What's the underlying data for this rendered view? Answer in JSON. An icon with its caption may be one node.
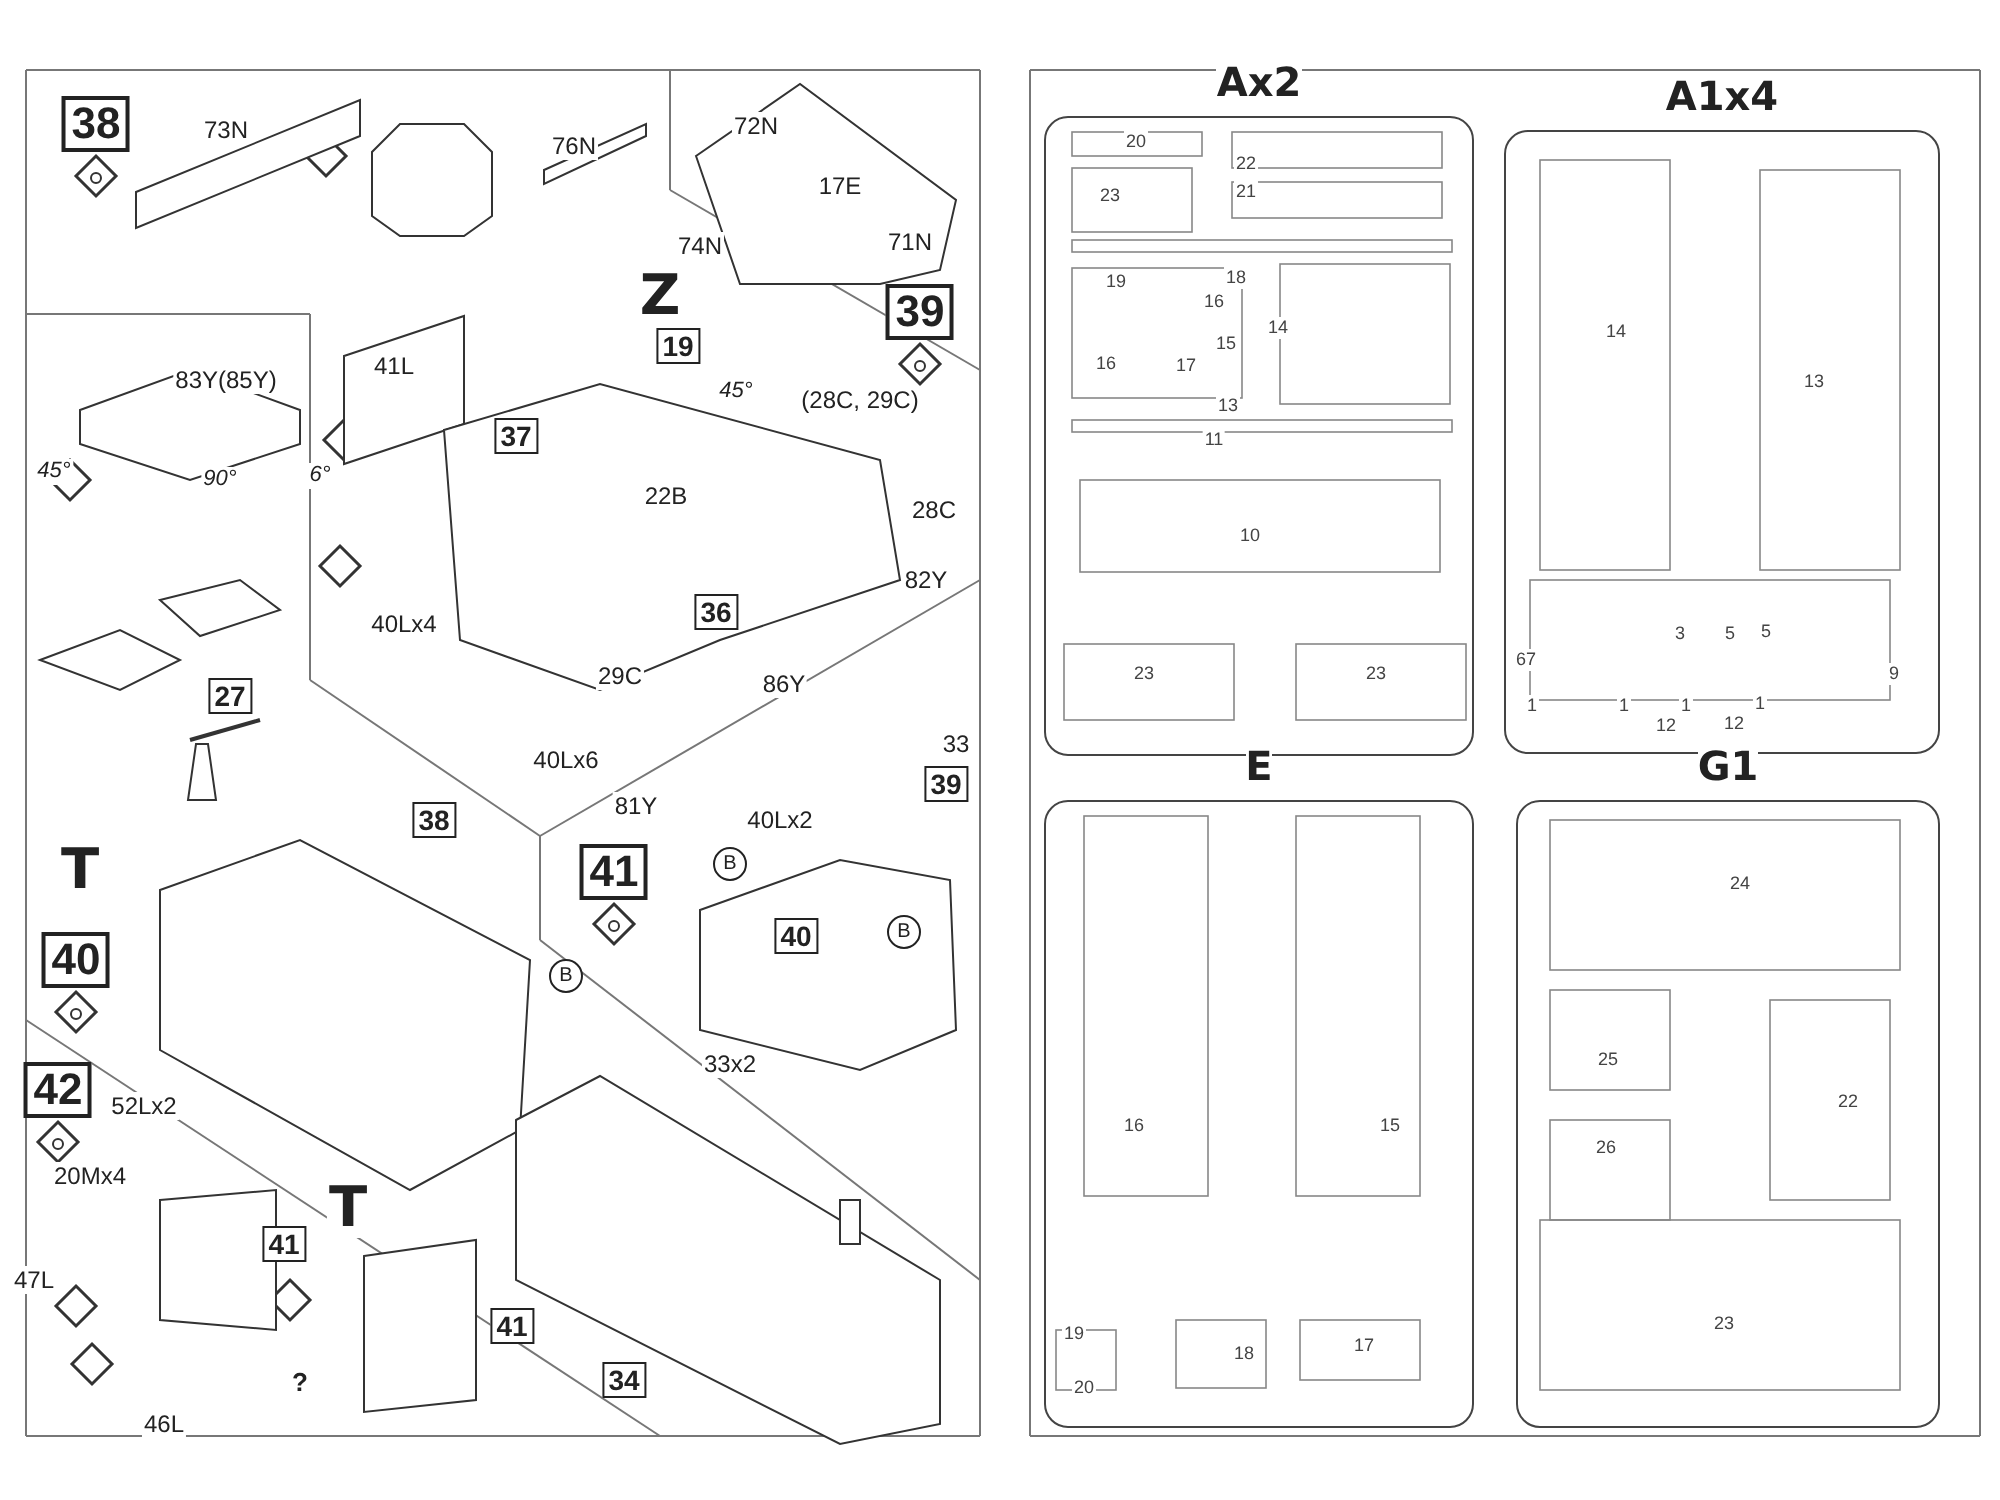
{
  "diagram": {
    "nodes": [
      {
        "text": [
          "Ax2"
        ]
      },
      {
        "text": [
          "A1x4"
        ]
      },
      {
        "text": [
          "E"
        ]
      },
      {
        "text": [
          "G1"
        ]
      }
    ],
    "labels": [
      "38",
      "73N",
      "76N",
      "72N",
      "17E",
      "74N",
      "71N",
      "Z",
      "19",
      "45°",
      "(28C, 29C)",
      "39",
      "41L",
      "83Y(85Y)",
      "45°",
      "90°",
      "6°",
      "37",
      "22B",
      "28C",
      "36",
      "82Y",
      "40Lx4",
      "29C",
      "86Y",
      "27",
      "33",
      "40Lx6",
      "81Y",
      "40Lx2",
      "39",
      "T",
      "38",
      "41",
      "B",
      "40",
      "40",
      "B",
      "B",
      "33x2",
      "42",
      "52Lx2",
      "20Mx4",
      "41",
      "T",
      "47L",
      "?",
      "41",
      "34",
      "46L",
      "20",
      "22",
      "23",
      "21",
      "19",
      "18",
      "16",
      "14",
      "15",
      "16",
      "17",
      "13",
      "11",
      "10",
      "23",
      "23",
      "14",
      "13",
      "67",
      "3",
      "5",
      "5",
      "1",
      "1",
      "1",
      "1",
      "12",
      "12",
      "9",
      "16",
      "15",
      "19",
      "18",
      "20",
      "17",
      "24",
      "25",
      "22",
      "26",
      "23"
    ]
  }
}
